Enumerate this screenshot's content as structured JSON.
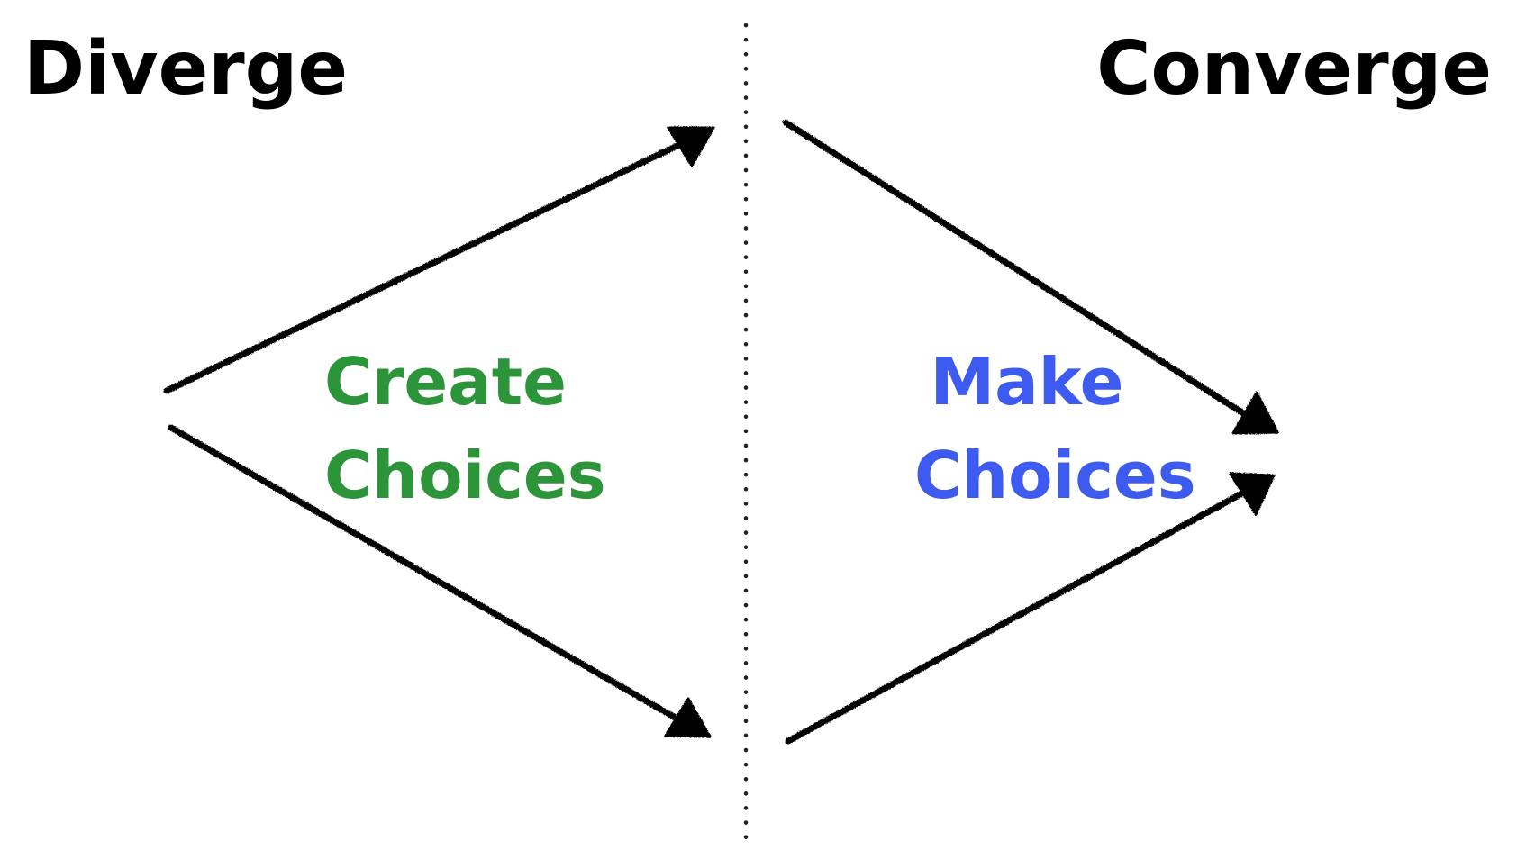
{
  "headings": {
    "left": "Diverge",
    "right": "Converge"
  },
  "labels": {
    "create": {
      "line1": "Create",
      "line2": "Choices"
    },
    "make": {
      "line1": "Make",
      "line2": "Choices"
    }
  },
  "colors": {
    "ink": "#000000",
    "create": "#2c9439",
    "make": "#3d5bf0",
    "divider": "#222222"
  }
}
